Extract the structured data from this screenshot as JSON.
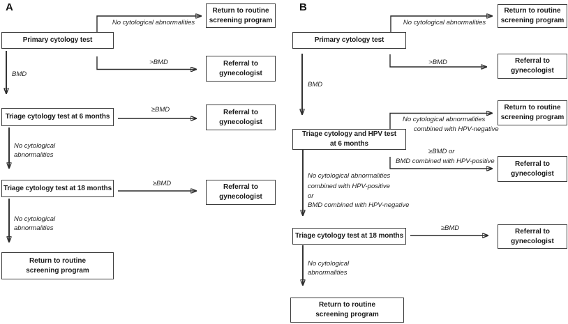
{
  "figure": {
    "panel_a": {
      "label": "A",
      "boxes": {
        "primary": "Primary cytology test",
        "return_top": "Return to routine screening program",
        "referral_top": "Referral to gynecologist",
        "triage6": "Triage cytology test at 6 months",
        "referral_mid": "Referral to gynecologist",
        "triage18": "Triage cytology test at 18 months",
        "referral_bottom": "Referral to gynecologist",
        "return_bottom": "Return to routine screening program"
      },
      "edge_labels": {
        "no_abnormalities": "No cytological abnormalities",
        "gt_bmd": ">BMD",
        "bmd": "BMD",
        "ge_bmd_6": "≥BMD",
        "no_cyto_mid_line1": "No cytological",
        "no_cyto_mid_line2": "abnormalities",
        "ge_bmd_18": "≥BMD",
        "no_cyto_bot_line1": "No cytological",
        "no_cyto_bot_line2": "abnormalities"
      }
    },
    "panel_b": {
      "label": "B",
      "boxes": {
        "primary": "Primary cytology test",
        "return_top": "Return to routine screening program",
        "referral_top": "Referral to gynecologist",
        "return_mid": "Return to routine screening program",
        "triage6_line1": "Triage cytology and HPV test",
        "triage6_line2": "at 6 months",
        "referral_mid": "Referral to gynecologist",
        "triage18": "Triage cytology test at 18 months",
        "referral_bottom": "Referral to gynecologist",
        "return_bottom": "Return to routine screening program"
      },
      "edge_labels": {
        "no_abnormalities": "No cytological abnormalities",
        "gt_bmd": ">BMD",
        "bmd": "BMD",
        "hpv_neg_line1": "No cytological abnormalities",
        "hpv_neg_line2": "combined with HPV-negative",
        "ge_bmd_or_line1": "≥BMD or",
        "ge_bmd_or_line2": "BMD combined with HPV-positive",
        "down_line1": "No cytological abnormalities",
        "down_line2": "combined with HPV-positive",
        "down_line3": "or",
        "down_line4": "BMD combined with HPV-negative",
        "ge_bmd_18": "≥BMD",
        "no_cyto_bot_line1": "No cytological",
        "no_cyto_bot_line2": "abnormalities"
      }
    },
    "colors": {
      "line": "#2a2a2a",
      "box_border": "#3c3c3c",
      "text": "#1a1a1a",
      "background": "#ffffff"
    }
  }
}
